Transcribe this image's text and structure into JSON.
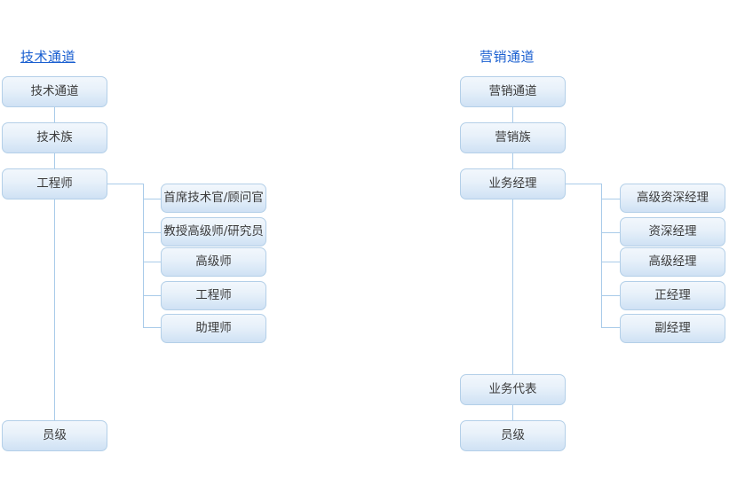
{
  "page": {
    "background": "#ffffff",
    "box_border_color": "#b3cfe8",
    "connector_color": "#a9cbe9",
    "title_color": "#1a5fd0",
    "node_text_color": "#3b3b3b"
  },
  "columns": [
    {
      "id": "technical",
      "title": "技术通道",
      "spine": [
        {
          "id": "tech-channel",
          "label": "技术通道"
        },
        {
          "id": "tech-family",
          "label": "技术族"
        },
        {
          "id": "engineer",
          "label": "工程师"
        },
        {
          "id": "tech-staff",
          "label": "员级"
        }
      ],
      "branch_parent": "工程师",
      "branches": [
        {
          "id": "cto-advisor",
          "label": "首席技术官/顾问官"
        },
        {
          "id": "professor-senior",
          "label": "教授高级师/研究员"
        },
        {
          "id": "senior-master",
          "label": "高级师"
        },
        {
          "id": "engineer-level",
          "label": "工程师"
        },
        {
          "id": "assistant-master",
          "label": "助理师"
        }
      ]
    },
    {
      "id": "marketing",
      "title": "营销通道",
      "spine": [
        {
          "id": "sales-channel",
          "label": "营销通道"
        },
        {
          "id": "sales-family",
          "label": "营销族"
        },
        {
          "id": "biz-manager",
          "label": "业务经理"
        },
        {
          "id": "biz-rep",
          "label": "业务代表"
        },
        {
          "id": "sales-staff",
          "label": "员级"
        }
      ],
      "branch_parent": "业务经理",
      "branches": [
        {
          "id": "senior-principal-mgr",
          "label": "高级资深经理"
        },
        {
          "id": "principal-mgr",
          "label": "资深经理"
        },
        {
          "id": "senior-mgr",
          "label": "高级经理"
        },
        {
          "id": "full-mgr",
          "label": "正经理"
        },
        {
          "id": "deputy-mgr",
          "label": "副经理"
        }
      ]
    }
  ]
}
